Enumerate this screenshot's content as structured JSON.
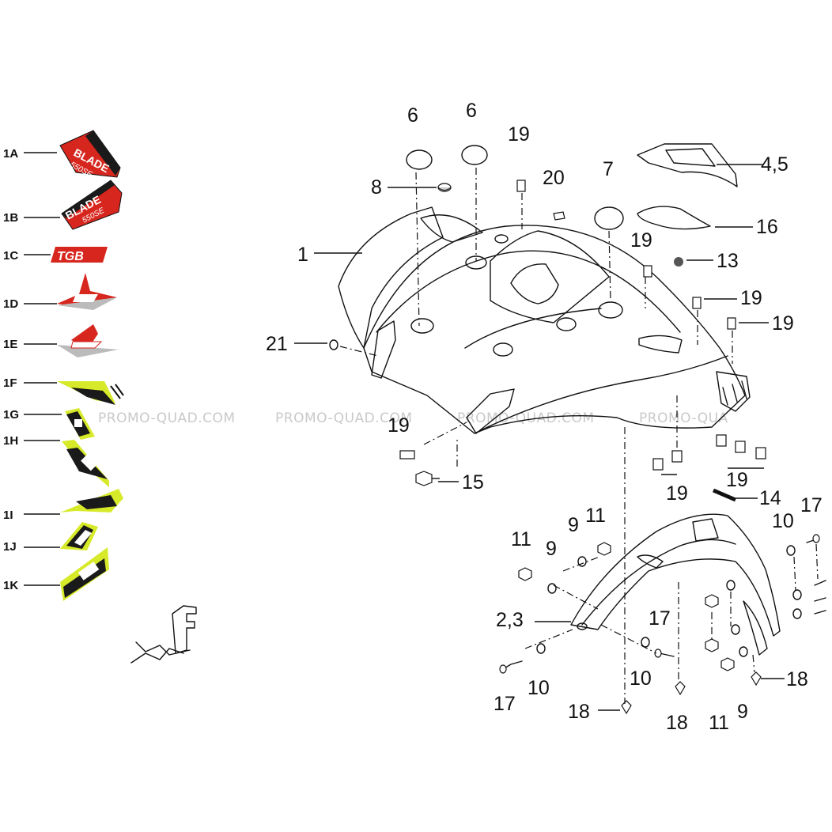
{
  "decals": [
    {
      "id": "1A",
      "label": "1A",
      "text": "BLADE",
      "subtext": "550SE",
      "color": "#d7261e"
    },
    {
      "id": "1B",
      "label": "1B",
      "text": "BLADE",
      "subtext": "550SE",
      "color": "#d7261e"
    },
    {
      "id": "1C",
      "label": "1C",
      "text": "TGB",
      "color": "#d7261e"
    },
    {
      "id": "1D",
      "label": "1D",
      "color": "#d7261e"
    },
    {
      "id": "1E",
      "label": "1E",
      "color": "#d7261e"
    },
    {
      "id": "1F",
      "label": "1F",
      "color": "#d7ea2a"
    },
    {
      "id": "1G",
      "label": "1G",
      "color": "#d7ea2a"
    },
    {
      "id": "1H",
      "label": "1H",
      "color": "#d7ea2a"
    },
    {
      "id": "1I",
      "label": "1I",
      "color": "#d7ea2a"
    },
    {
      "id": "1J",
      "label": "1J",
      "color": "#d7ea2a"
    },
    {
      "id": "1K",
      "label": "1K",
      "color": "#d7ea2a"
    }
  ],
  "front_marker": {
    "letter": "F"
  },
  "parts": [
    {
      "id": "p1",
      "label": "1"
    },
    {
      "id": "p6a",
      "label": "6"
    },
    {
      "id": "p6b",
      "label": "6"
    },
    {
      "id": "p19top",
      "label": "19"
    },
    {
      "id": "p20",
      "label": "20"
    },
    {
      "id": "p7",
      "label": "7"
    },
    {
      "id": "p45",
      "label": "4,5"
    },
    {
      "id": "p8",
      "label": "8"
    },
    {
      "id": "p16",
      "label": "16"
    },
    {
      "id": "p19b",
      "label": "19"
    },
    {
      "id": "p13",
      "label": "13"
    },
    {
      "id": "p19c",
      "label": "19"
    },
    {
      "id": "p19d",
      "label": "19"
    },
    {
      "id": "p21",
      "label": "21"
    },
    {
      "id": "p19e",
      "label": "19"
    },
    {
      "id": "p15",
      "label": "15"
    },
    {
      "id": "p19f",
      "label": "19"
    },
    {
      "id": "p19g",
      "label": "19"
    },
    {
      "id": "p14",
      "label": "14"
    },
    {
      "id": "p11a",
      "label": "11"
    },
    {
      "id": "p9a",
      "label": "9"
    },
    {
      "id": "p11b",
      "label": "11"
    },
    {
      "id": "p9b",
      "label": "9"
    },
    {
      "id": "p10a",
      "label": "10"
    },
    {
      "id": "p17a",
      "label": "17"
    },
    {
      "id": "p23",
      "label": "2,3"
    },
    {
      "id": "p17b",
      "label": "17"
    },
    {
      "id": "p10b",
      "label": "10"
    },
    {
      "id": "p10c",
      "label": "10"
    },
    {
      "id": "p18a",
      "label": "18"
    },
    {
      "id": "p17c",
      "label": "17"
    },
    {
      "id": "p18b",
      "label": "18"
    },
    {
      "id": "p18c",
      "label": "18"
    },
    {
      "id": "p11c",
      "label": "11"
    },
    {
      "id": "p9c",
      "label": "9"
    }
  ],
  "watermark": {
    "text": "PROMO-QUAD.COM",
    "partial": "PROMO-QUA"
  }
}
